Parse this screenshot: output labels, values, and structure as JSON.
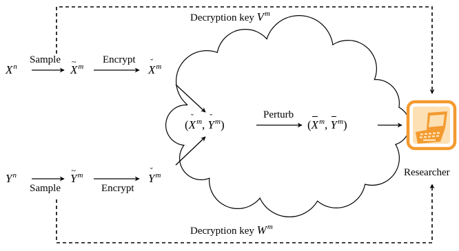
{
  "source": {
    "x": {
      "base": "X",
      "sup": "n"
    },
    "y": {
      "base": "Y",
      "sup": "n"
    }
  },
  "sampled": {
    "x": {
      "base": "X",
      "sup": "m",
      "accent": "~"
    },
    "y": {
      "base": "Y",
      "sup": "m",
      "accent": "~"
    }
  },
  "encrypted": {
    "x": {
      "base": "X",
      "sup": "m",
      "accent": "ˇ"
    },
    "y": {
      "base": "Y",
      "sup": "m",
      "accent": "ˇ"
    }
  },
  "arrow_labels": {
    "sample_top": "Sample",
    "encrypt_top": "Encrypt",
    "sample_bottom": "Sample",
    "encrypt_bottom": "Encrypt",
    "perturb": "Perturb"
  },
  "cloud": {
    "pair_in": {
      "open": "(",
      "sep": ", ",
      "close": ")",
      "x_base": "X",
      "y_base": "Y",
      "sup": "m",
      "accent": "ˇ"
    },
    "pair_out": {
      "open": "(",
      "sep": ", ",
      "close": ")",
      "x_base": "X",
      "y_base": "Y",
      "sup": "m"
    }
  },
  "researcher": {
    "label": "Researcher",
    "icon": "laptop-icon",
    "icon_color": "#f39a2f",
    "icon_bg": "#fde0b3"
  },
  "keys": {
    "top": {
      "text": "Decryption key ",
      "var": "V",
      "sup": "m"
    },
    "bottom": {
      "text": "Decryption key ",
      "var": "W",
      "sup": "m"
    }
  }
}
